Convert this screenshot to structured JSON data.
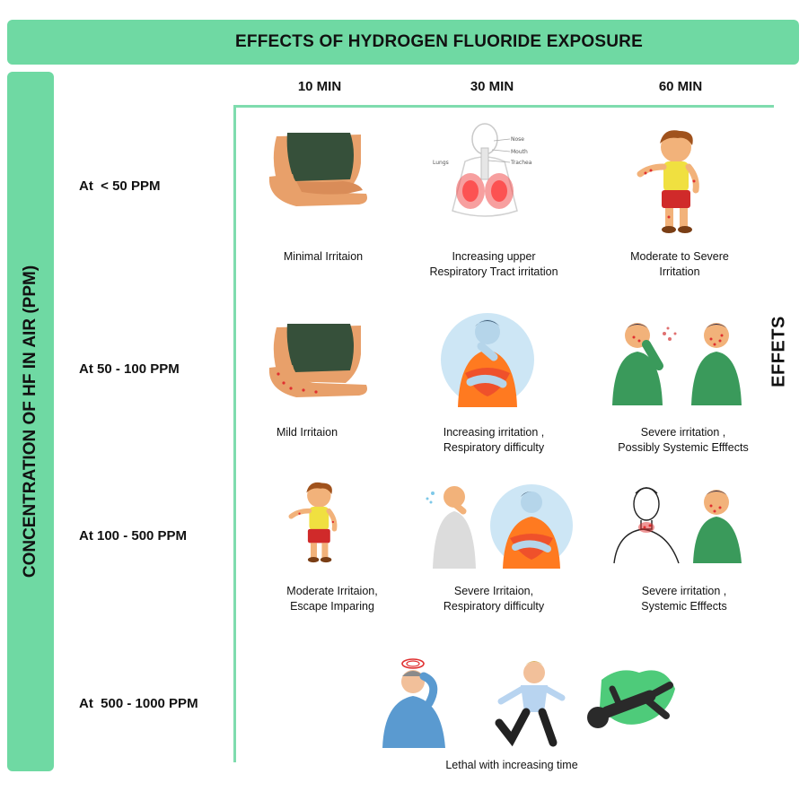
{
  "title": "EFFECTS OF HYDROGEN FLUORIDE EXPOSURE",
  "y_axis_label": "CONCENTRATION OF HF IN AIR (PPM)",
  "right_label": "EFFETS",
  "columns": [
    "10 MIN",
    "30 MIN",
    "60 MIN"
  ],
  "rows": [
    {
      "label": "At  < 50 PPM",
      "cells": [
        {
          "lines": [
            "Minimal Irritaion"
          ]
        },
        {
          "lines": [
            "Increasing upper",
            "Respiratory Tract irritation"
          ]
        },
        {
          "lines": [
            "Moderate to Severe",
            "Irritation"
          ]
        }
      ]
    },
    {
      "label": "At 50 - 100 PPM",
      "cells": [
        {
          "lines": [
            "Mild Irritaion"
          ]
        },
        {
          "lines": [
            "Increasing irritation ,",
            "Respiratory difficulty"
          ]
        },
        {
          "lines": [
            "Severe irritation ,",
            "Possibly Systemic Efffects"
          ]
        }
      ]
    },
    {
      "label": "At 100 - 500 PPM",
      "cells": [
        {
          "lines": [
            "Moderate Irritaion,",
            "Escape Imparing"
          ]
        },
        {
          "lines": [
            "Severe Irritaion,",
            "Respiratory difficulty"
          ]
        },
        {
          "lines": [
            "Severe irritation ,",
            "Systemic Efffects"
          ]
        }
      ]
    },
    {
      "label": "At  500 - 1000 PPM",
      "cells": [
        {
          "lines": [
            "Lethal with increasing time"
          ]
        }
      ]
    }
  ],
  "anatomy_labels": [
    "Nose",
    "Mouth",
    "Trachea",
    "Lungs"
  ],
  "colors": {
    "accent": "#6fd9a3",
    "axis": "#7fdcae",
    "skin": "#e8a06a",
    "shirt_green": "#3a9a5b",
    "top_dark": "#36503a",
    "irritation_red": "#e03030"
  }
}
